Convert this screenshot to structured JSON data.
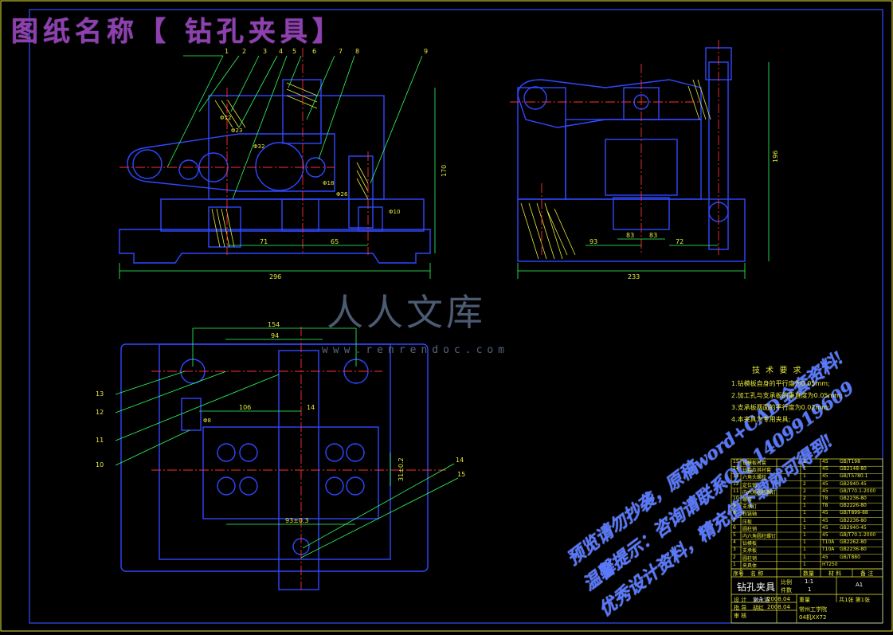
{
  "title": "图纸名称【 钻孔夹具】",
  "watermark": {
    "brand": "人人文库",
    "url": "www.renrendoc.com",
    "overlay_lines": [
      "预览请勿抄袭，原稿word+CAD全套资料!",
      "温馨提示：咨询请联系QQ 1409919609",
      "优秀设计资料，精充值下载就可得到!"
    ]
  },
  "balloons": [
    "1",
    "2",
    "3",
    "4",
    "5",
    "6",
    "7",
    "8",
    "9",
    "10",
    "11",
    "12",
    "13",
    "14",
    "15"
  ],
  "dimensions": {
    "front_view": [
      "170",
      "296",
      "71",
      "65",
      "Φ10",
      "Φ18",
      "Φ26",
      "Φ32",
      "Φ23",
      "Φ12"
    ],
    "side_view": [
      "196",
      "233",
      "93",
      "83",
      "83",
      "72"
    ],
    "top_view": [
      "154",
      "94",
      "106",
      "14",
      "31±0.2",
      "93±0.3",
      "Φ8"
    ]
  },
  "requirements": {
    "title": "技 术 要 求",
    "items": [
      "1.钻模板自身的平行度为0.05mm;",
      "2.加工孔与支承板的垂直度为0.05mm;",
      "3.支承板两面的平行度为0.02mm;",
      "4.本夹具为专用夹具;"
    ]
  },
  "bom": {
    "rows": [
      {
        "no": "15",
        "name": "钻模板衬套",
        "qty": "1",
        "mat": "45",
        "std": "GB/T198"
      },
      {
        "no": "14",
        "name": "钻套及其衬套",
        "qty": "1",
        "mat": "45",
        "std": "GB2148-80"
      },
      {
        "no": "13",
        "name": "六角头螺栓",
        "qty": "1",
        "mat": "45",
        "std": "GB/T5780.1"
      },
      {
        "no": "12",
        "name": "定位销",
        "qty": "2",
        "mat": "45",
        "std": "GB2940-45"
      },
      {
        "no": "11",
        "name": "内六角圆柱螺钉",
        "qty": "2",
        "mat": "45",
        "std": "GB/T70.1-2000"
      },
      {
        "no": "10",
        "name": "螺母",
        "qty": "2",
        "mat": "T8",
        "std": "GB2236-80"
      },
      {
        "no": "9",
        "name": "支承钉",
        "qty": "1",
        "mat": "T8",
        "std": "GB2226-80"
      },
      {
        "no": "8",
        "name": "铰链轴",
        "qty": "1",
        "mat": "45",
        "std": "GB/T899-88"
      },
      {
        "no": "7",
        "name": "压板",
        "qty": "1",
        "mat": "45",
        "std": "GB2236-80"
      },
      {
        "no": "6",
        "name": "圆柱销",
        "qty": "1",
        "mat": "45",
        "std": "GB2940-45"
      },
      {
        "no": "5",
        "name": "内六角圆柱螺钉",
        "qty": "1",
        "mat": "45",
        "std": "GB/T70.1-2000"
      },
      {
        "no": "4",
        "name": "钻模板",
        "qty": "1",
        "mat": "T10A",
        "std": "GB2262-80"
      },
      {
        "no": "3",
        "name": "支承板",
        "qty": "1",
        "mat": "T10A",
        "std": "GB2236-80"
      },
      {
        "no": "2",
        "name": "圆柱销",
        "qty": "1",
        "mat": "45",
        "std": "GB/T880"
      },
      {
        "no": "1",
        "name": "夹具体",
        "qty": "1",
        "mat": "HT250",
        "std": ""
      }
    ],
    "header": [
      "序号",
      "名 称",
      "数量",
      "材 料",
      "备 注"
    ]
  },
  "title_block": {
    "drawing_name": "钻孔夹具",
    "scale_label": "比例",
    "scale": "1:1",
    "qty_label": "件数",
    "qty": "1",
    "sheet_size": "A1",
    "designer_label": "设 计",
    "designer": "谢永浩",
    "checker_label": "指 导",
    "checker": "胡红",
    "approver_label": "审 核",
    "weight_label": "重量",
    "sheets": "共1张 第1张",
    "school": "常州工学院",
    "class": "04机XX72",
    "date1": "2008.04",
    "date2": "2008.04"
  }
}
